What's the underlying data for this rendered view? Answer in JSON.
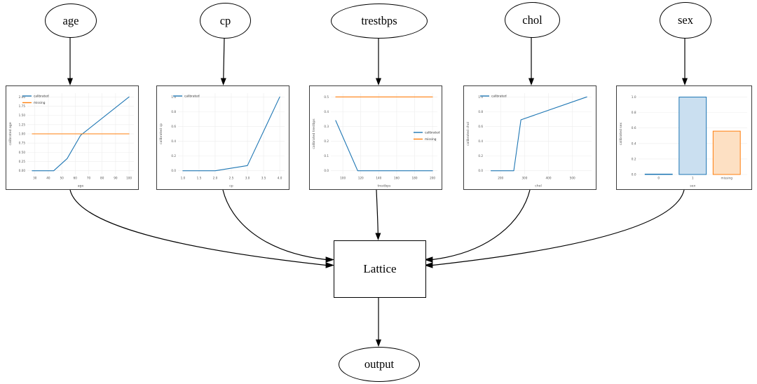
{
  "nodes": {
    "inputs": [
      {
        "label": "age"
      },
      {
        "label": "cp"
      },
      {
        "label": "trestbps"
      },
      {
        "label": "chol"
      },
      {
        "label": "sex"
      }
    ],
    "lattice": {
      "label": "Lattice"
    },
    "output": {
      "label": "output"
    }
  },
  "colors": {
    "calibrated": "#1f77b4",
    "missing": "#ff7f0e",
    "calibrated_fill": "#cadff0",
    "missing_fill": "#fde0c3",
    "grid": "#ececec",
    "tick_text": "#555555",
    "edge": "#000000"
  },
  "chart_data": [
    {
      "id": "age",
      "type": "line",
      "title": "",
      "xlabel": "age",
      "ylabel": "calibrated age",
      "xlim": [
        24.4,
        103.6
      ],
      "ylim": [
        -0.1,
        2.1
      ],
      "xticks": {
        "values": [
          30,
          40,
          50,
          60,
          70,
          80,
          90,
          100
        ],
        "labels": [
          "30",
          "40",
          "50",
          "60",
          "70",
          "80",
          "90",
          "100"
        ]
      },
      "yticks": {
        "values": [
          0,
          0.25,
          0.5,
          0.75,
          1.0,
          1.25,
          1.5,
          1.75,
          2.0
        ],
        "labels": [
          "0.00",
          "0.25",
          "0.50",
          "0.75",
          "1.00",
          "1.25",
          "1.50",
          "1.75",
          "2.00"
        ]
      },
      "series": [
        {
          "name": "calibrated",
          "color": "#1f77b4",
          "x": [
            28,
            44,
            54,
            64,
            100
          ],
          "y": [
            0,
            0,
            0.33,
            0.96,
            2.0
          ]
        },
        {
          "name": "missing",
          "color": "#ff7f0e",
          "x": [
            28,
            100
          ],
          "y": [
            1.0,
            1.0
          ]
        }
      ],
      "legend": {
        "pos": "nw"
      }
    },
    {
      "id": "cp",
      "type": "line",
      "title": "",
      "xlabel": "cp",
      "ylabel": "calibrated cp",
      "xlim": [
        0.85,
        4.15
      ],
      "ylim": [
        -0.05,
        1.05
      ],
      "xticks": {
        "values": [
          1.0,
          1.5,
          2.0,
          2.5,
          3.0,
          3.5,
          4.0
        ],
        "labels": [
          "1.0",
          "1.5",
          "2.0",
          "2.5",
          "3.0",
          "3.5",
          "4.0"
        ]
      },
      "yticks": {
        "values": [
          0,
          0.2,
          0.4,
          0.6,
          0.8,
          1.0
        ],
        "labels": [
          "0.0",
          "0.2",
          "0.4",
          "0.6",
          "0.8",
          "1.0"
        ]
      },
      "series": [
        {
          "name": "calibrated",
          "color": "#1f77b4",
          "x": [
            1,
            2,
            3,
            4
          ],
          "y": [
            0,
            0,
            0.07,
            1.0
          ]
        }
      ],
      "legend": {
        "pos": "nw"
      }
    },
    {
      "id": "trestbps",
      "type": "line",
      "title": "",
      "xlabel": "trestbps",
      "ylabel": "calibrated trestbps",
      "xlim": [
        86.6,
        205.4
      ],
      "ylim": [
        -0.025,
        0.525
      ],
      "xticks": {
        "values": [
          100,
          120,
          140,
          160,
          180,
          200
        ],
        "labels": [
          "100",
          "120",
          "140",
          "160",
          "180",
          "200"
        ]
      },
      "yticks": {
        "values": [
          0,
          0.1,
          0.2,
          0.3,
          0.4,
          0.5
        ],
        "labels": [
          "0.0",
          "0.1",
          "0.2",
          "0.3",
          "0.4",
          "0.5"
        ]
      },
      "series": [
        {
          "name": "calibrated",
          "color": "#1f77b4",
          "x": [
            92,
            116.5,
            200
          ],
          "y": [
            0.34,
            0,
            0
          ]
        },
        {
          "name": "missing",
          "color": "#ff7f0e",
          "x": [
            92,
            200
          ],
          "y": [
            0.5,
            0.5
          ]
        }
      ],
      "legend": {
        "pos": "e"
      }
    },
    {
      "id": "chol",
      "type": "line",
      "title": "",
      "xlabel": "chol",
      "ylabel": "calibrated chol",
      "xlim": [
        135,
        580
      ],
      "ylim": [
        -0.05,
        1.05
      ],
      "xticks": {
        "values": [
          200,
          300,
          400,
          500
        ],
        "labels": [
          "200",
          "300",
          "400",
          "500"
        ]
      },
      "yticks": {
        "values": [
          0,
          0.2,
          0.4,
          0.6,
          0.8,
          1.0
        ],
        "labels": [
          "0.0",
          "0.2",
          "0.4",
          "0.6",
          "0.8",
          "1.0"
        ]
      },
      "series": [
        {
          "name": "calibrated",
          "color": "#1f77b4",
          "x": [
            160,
            255,
            285,
            560
          ],
          "y": [
            0,
            0,
            0.69,
            1.0
          ]
        }
      ],
      "legend": {
        "pos": "nw"
      }
    },
    {
      "id": "sex",
      "type": "bar",
      "title": "",
      "xlabel": "sex",
      "ylabel": "calibrated sex",
      "ylim": [
        0,
        1.05
      ],
      "yticks": {
        "values": [
          0,
          0.2,
          0.4,
          0.6,
          0.8,
          1.0
        ],
        "labels": [
          "0.0",
          "0.2",
          "0.4",
          "0.6",
          "0.8",
          "1.0"
        ]
      },
      "bars": [
        {
          "category": "0",
          "value": 0.005,
          "edge": "#1f77b4",
          "fill": "#cadff0"
        },
        {
          "category": "1",
          "value": 1.0,
          "edge": "#1f77b4",
          "fill": "#cadff0"
        },
        {
          "category": "missing",
          "value": 0.56,
          "edge": "#ff7f0e",
          "fill": "#fde0c3"
        }
      ],
      "legend": null
    }
  ]
}
